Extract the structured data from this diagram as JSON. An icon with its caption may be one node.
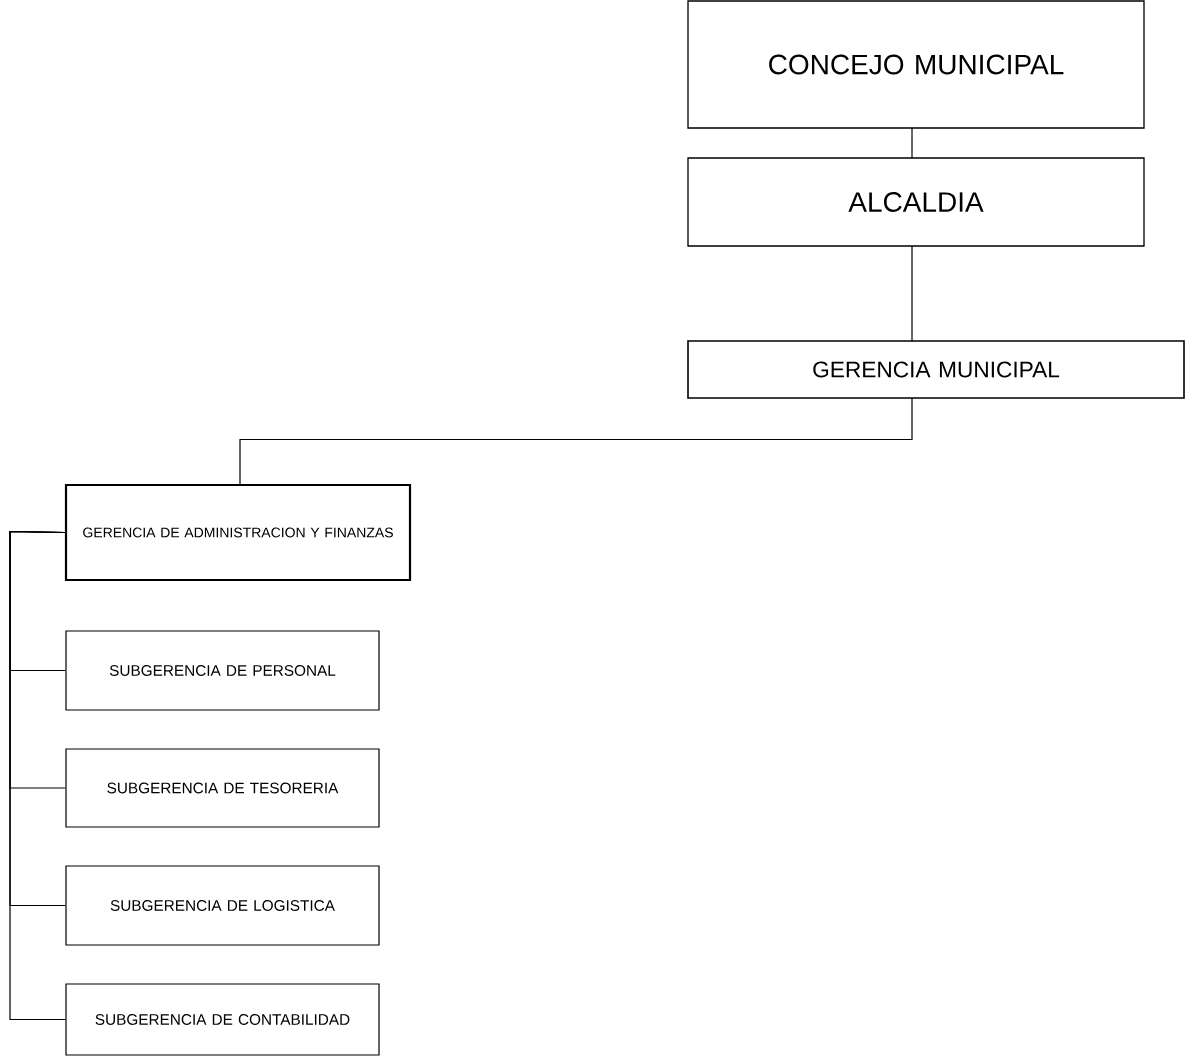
{
  "diagram": {
    "nodes": [
      {
        "text": [
          "CONCEJO MUNICIPAL"
        ]
      },
      {
        "text": [
          "ALCALDIA"
        ]
      },
      {
        "text": [
          "GERENCIA MUNICIPAL"
        ]
      },
      {
        "text": [
          "GERENCIA DE ADMINISTRACION Y FINANZAS"
        ]
      },
      {
        "text": [
          "SUBGERENCIA DE PERSONAL"
        ]
      },
      {
        "text": [
          "SUBGERENCIA DE TESORERIA"
        ]
      },
      {
        "text": [
          "SUBGERENCIA DE LOGISTICA"
        ]
      },
      {
        "text": [
          "SUBGERENCIA DE CONTABILIDAD"
        ]
      }
    ],
    "edges": [
      {
        "from": 0,
        "to": 1,
        "arrow": "none"
      },
      {
        "from": 1,
        "to": 2,
        "arrow": "none"
      },
      {
        "from": 2,
        "to": 3,
        "arrow": "none"
      },
      {
        "from": 3,
        "to": 4,
        "arrow": "none"
      },
      {
        "from": 3,
        "to": 5,
        "arrow": "none"
      },
      {
        "from": 3,
        "to": 6,
        "arrow": "none"
      },
      {
        "from": 3,
        "to": 7,
        "arrow": "none"
      }
    ]
  }
}
